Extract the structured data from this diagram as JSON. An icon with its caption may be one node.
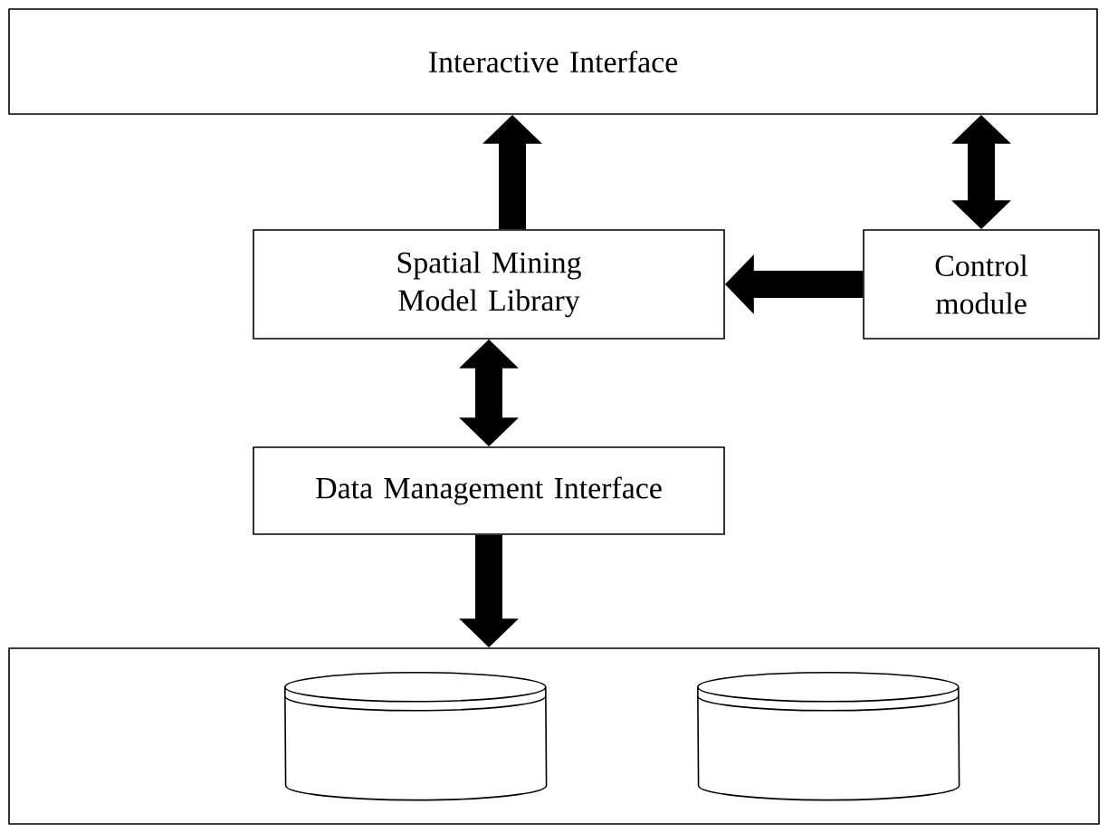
{
  "diagram": {
    "nodes": [
      {
        "text": [
          "Interactive Interface"
        ]
      },
      {
        "text": [
          "Spatial Mining Model Library"
        ]
      },
      {
        "text": [
          "Control module"
        ]
      },
      {
        "text": [
          "Data Management Interface"
        ]
      },
      {
        "text": [],
        "shape": "box"
      },
      {
        "text": [],
        "shape": "cylinder",
        "in": 4
      },
      {
        "text": [],
        "shape": "cylinder",
        "in": 4
      }
    ],
    "edges": [
      {
        "from": 1,
        "to": 0,
        "arrow": "to"
      },
      {
        "from": 2,
        "to": 0,
        "arrow": "both"
      },
      {
        "from": 2,
        "to": 1,
        "arrow": "to"
      },
      {
        "from": 1,
        "to": 3,
        "arrow": "both"
      },
      {
        "from": 3,
        "to": 4,
        "arrow": "to"
      }
    ]
  }
}
